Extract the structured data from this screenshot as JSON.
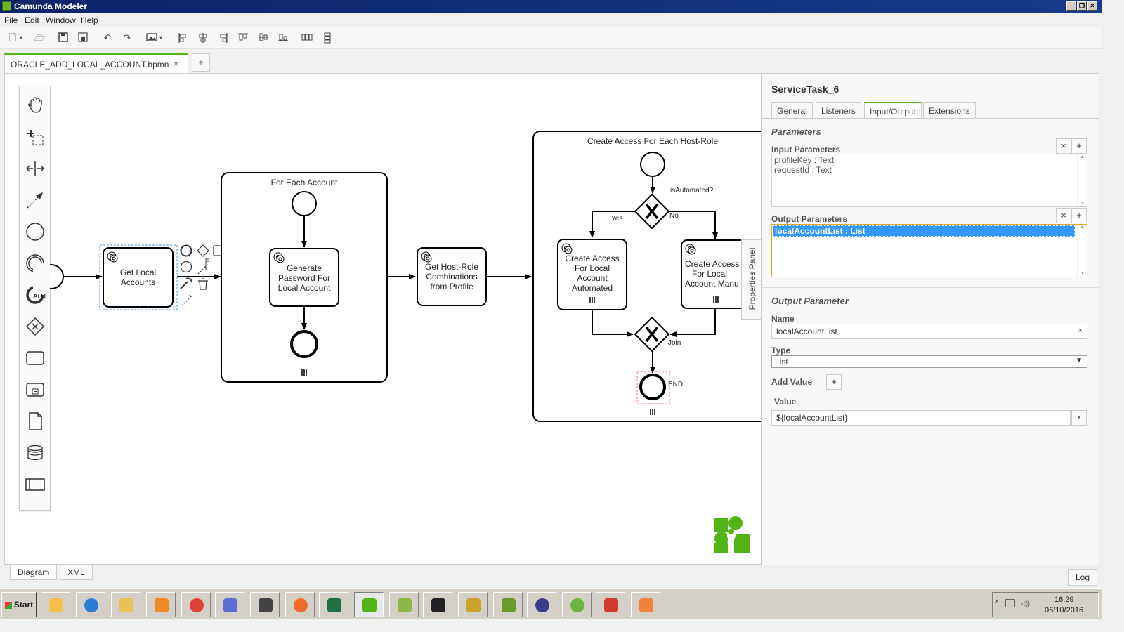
{
  "window": {
    "title": "Camunda Modeler",
    "buttons": [
      "_",
      "❐",
      "✕"
    ]
  },
  "menu": [
    "File",
    "Edit",
    "Window",
    "Help"
  ],
  "tabs": {
    "file_tab": "ORACLE_ADD_LOCAL_ACCOUNT.bpmn",
    "close": "×",
    "new_tab": "+"
  },
  "diagram": {
    "start_label": "ART",
    "get_local_accounts": "Get Local Accounts",
    "for_each_account": "For Each Account",
    "generate_password": [
      "Generate",
      "Password For",
      "Local Account"
    ],
    "get_host_role": [
      "Get Host-Role",
      "Combinations",
      "from Profile"
    ],
    "create_access_sub": "Create Access For Each Host-Role",
    "is_automated": "isAutomated?",
    "yes": "Yes",
    "no": "No",
    "create_auto": [
      "Create Access",
      "For Local",
      "Account",
      "Automated"
    ],
    "create_manual": [
      "Create Access",
      "For Local",
      "Account Manu"
    ],
    "join": "Join",
    "end": "END",
    "properties_panel_toggle": "Properties Panel"
  },
  "properties": {
    "element_id": "ServiceTask_6",
    "tabs": [
      "General",
      "Listeners",
      "Input/Output",
      "Extensions"
    ],
    "active_tab": "Input/Output",
    "parameters_title": "Parameters",
    "input_parameters_label": "Input Parameters",
    "input_parameters": [
      "profileKey : Text",
      "requestId : Text"
    ],
    "output_parameters_label": "Output Parameters",
    "output_parameters": [
      "localAccountList : List"
    ],
    "output_parameter_title": "Output Parameter",
    "name_label": "Name",
    "name_value": "localAccountList",
    "type_label": "Type",
    "type_value": "List",
    "add_value_label": "Add Value",
    "value_label": "Value",
    "value_value": "${localAccountList}"
  },
  "bottom": {
    "diagram_tab": "Diagram",
    "xml_tab": "XML",
    "log": "Log"
  },
  "taskbar": {
    "start": "Start",
    "time": "16:29",
    "date": "06/10/2016"
  }
}
